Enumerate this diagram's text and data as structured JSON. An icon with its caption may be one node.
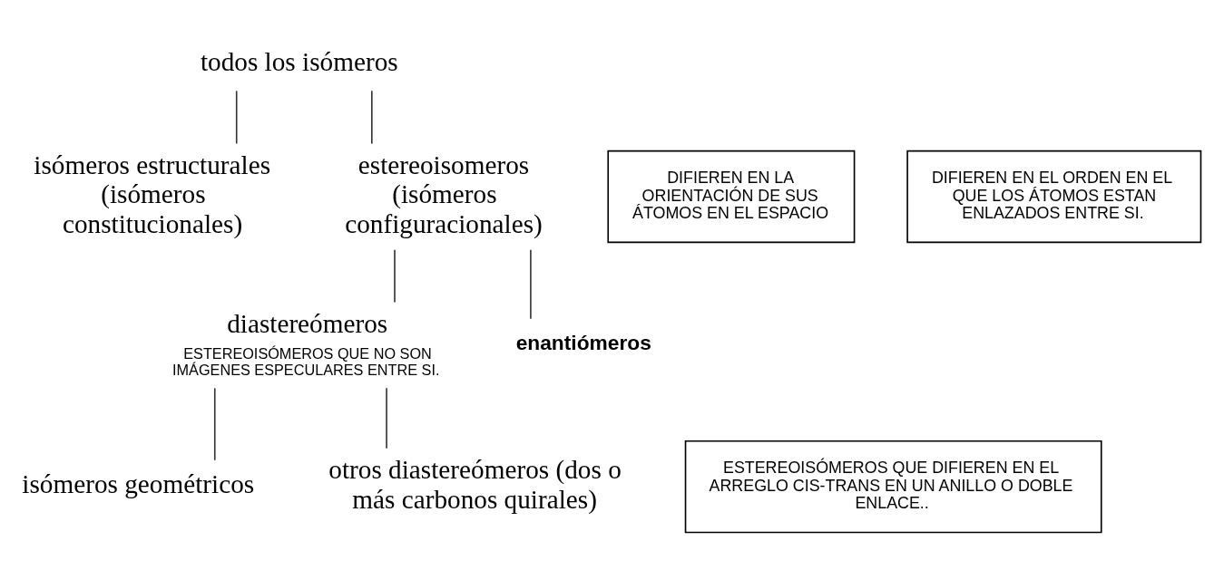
{
  "diagram": {
    "nodes": [
      {
        "text": [
          "todos los isómeros"
        ]
      },
      {
        "text": [
          "isómeros estructurales (isómeros constitucionales)"
        ]
      },
      {
        "text": [
          "estereoisomeros (isómeros configuracionales)"
        ]
      },
      {
        "text": [
          "DIFIEREN EN LA ORIENTACIÓN DE SUS ÁTOMOS EN EL ESPACIO"
        ]
      },
      {
        "text": [
          "DIFIEREN EN EL ORDEN EN EL QUE LOS ÁTOMOS ESTAN ENLAZADOS ENTRE SI."
        ]
      },
      {
        "text": [
          "diastereómeros"
        ],
        "beside": [
          "ESTEREOISÓMEROS QUE NO SON IMÁGENES ESPECULARES ENTRE SI."
        ]
      },
      {
        "text": [
          "enantiómeros"
        ]
      },
      {
        "text": [
          "isómeros geométricos"
        ]
      },
      {
        "text": [
          "ESTEREOISÓMEROS QUE DIFIEREN EN EL ARREGLO CIS-TRANS EN UN ANILLO O DOBLE ENLACE.."
        ]
      },
      {
        "text": [
          "otros diastereómeros (dos o más carbonos quirales)"
        ]
      }
    ],
    "edges": [
      {
        "from": 0,
        "to": 1,
        "arrow": "none"
      },
      {
        "from": 0,
        "to": 2,
        "arrow": "none"
      },
      {
        "from": 2,
        "to": 5,
        "arrow": "none"
      },
      {
        "from": 2,
        "to": 6,
        "arrow": "none"
      },
      {
        "from": 5,
        "to": 7,
        "arrow": "none"
      },
      {
        "from": 5,
        "to": 9,
        "arrow": "none"
      }
    ]
  }
}
